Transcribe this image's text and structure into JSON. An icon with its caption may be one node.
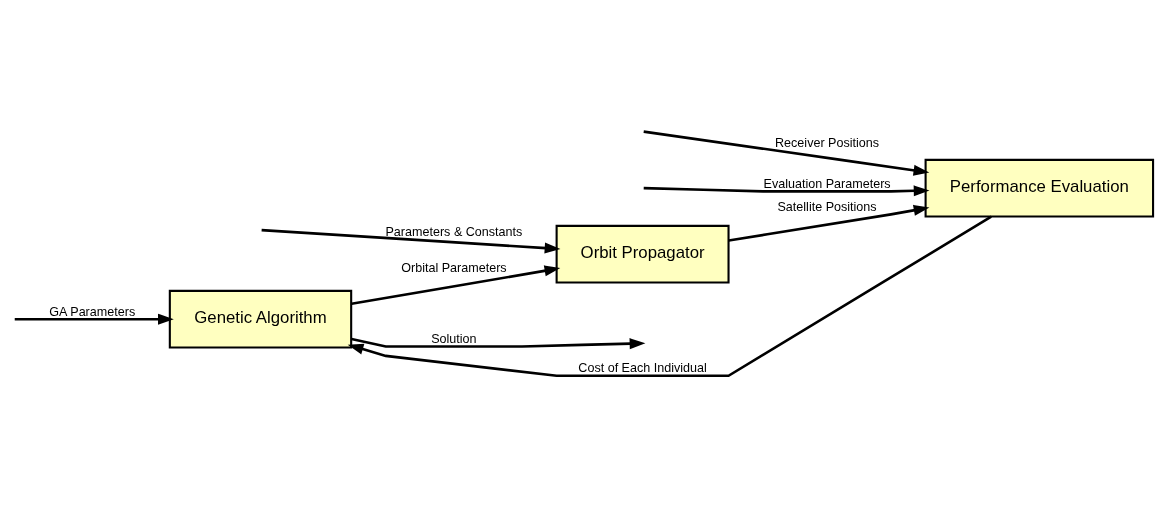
{
  "diagram": {
    "nodes": [
      {
        "text": [
          "Genetic Algorithm"
        ]
      },
      {
        "text": [
          "Orbit Propagator"
        ]
      },
      {
        "text": [
          "Performance Evaluation"
        ]
      }
    ],
    "edges": [
      {
        "from": 0,
        "to": null,
        "arrow": "to",
        "label": "Solution"
      },
      {
        "from": null,
        "to": 0,
        "arrow": "to",
        "label": "GA Parameters"
      },
      {
        "from": 0,
        "to": 1,
        "arrow": "to",
        "label": "Orbital Parameters"
      },
      {
        "from": null,
        "to": 1,
        "arrow": "to",
        "label": "Parameters & Constants"
      },
      {
        "from": 1,
        "to": 2,
        "arrow": "to",
        "label": "Satellite Positions"
      },
      {
        "from": null,
        "to": 2,
        "arrow": "to",
        "label": "Receiver Positions"
      },
      {
        "from": null,
        "to": 2,
        "arrow": "to",
        "label": "Evaluation Parameters"
      },
      {
        "from": 2,
        "to": 0,
        "arrow": "to",
        "label": "Cost of Each Individual"
      }
    ]
  }
}
